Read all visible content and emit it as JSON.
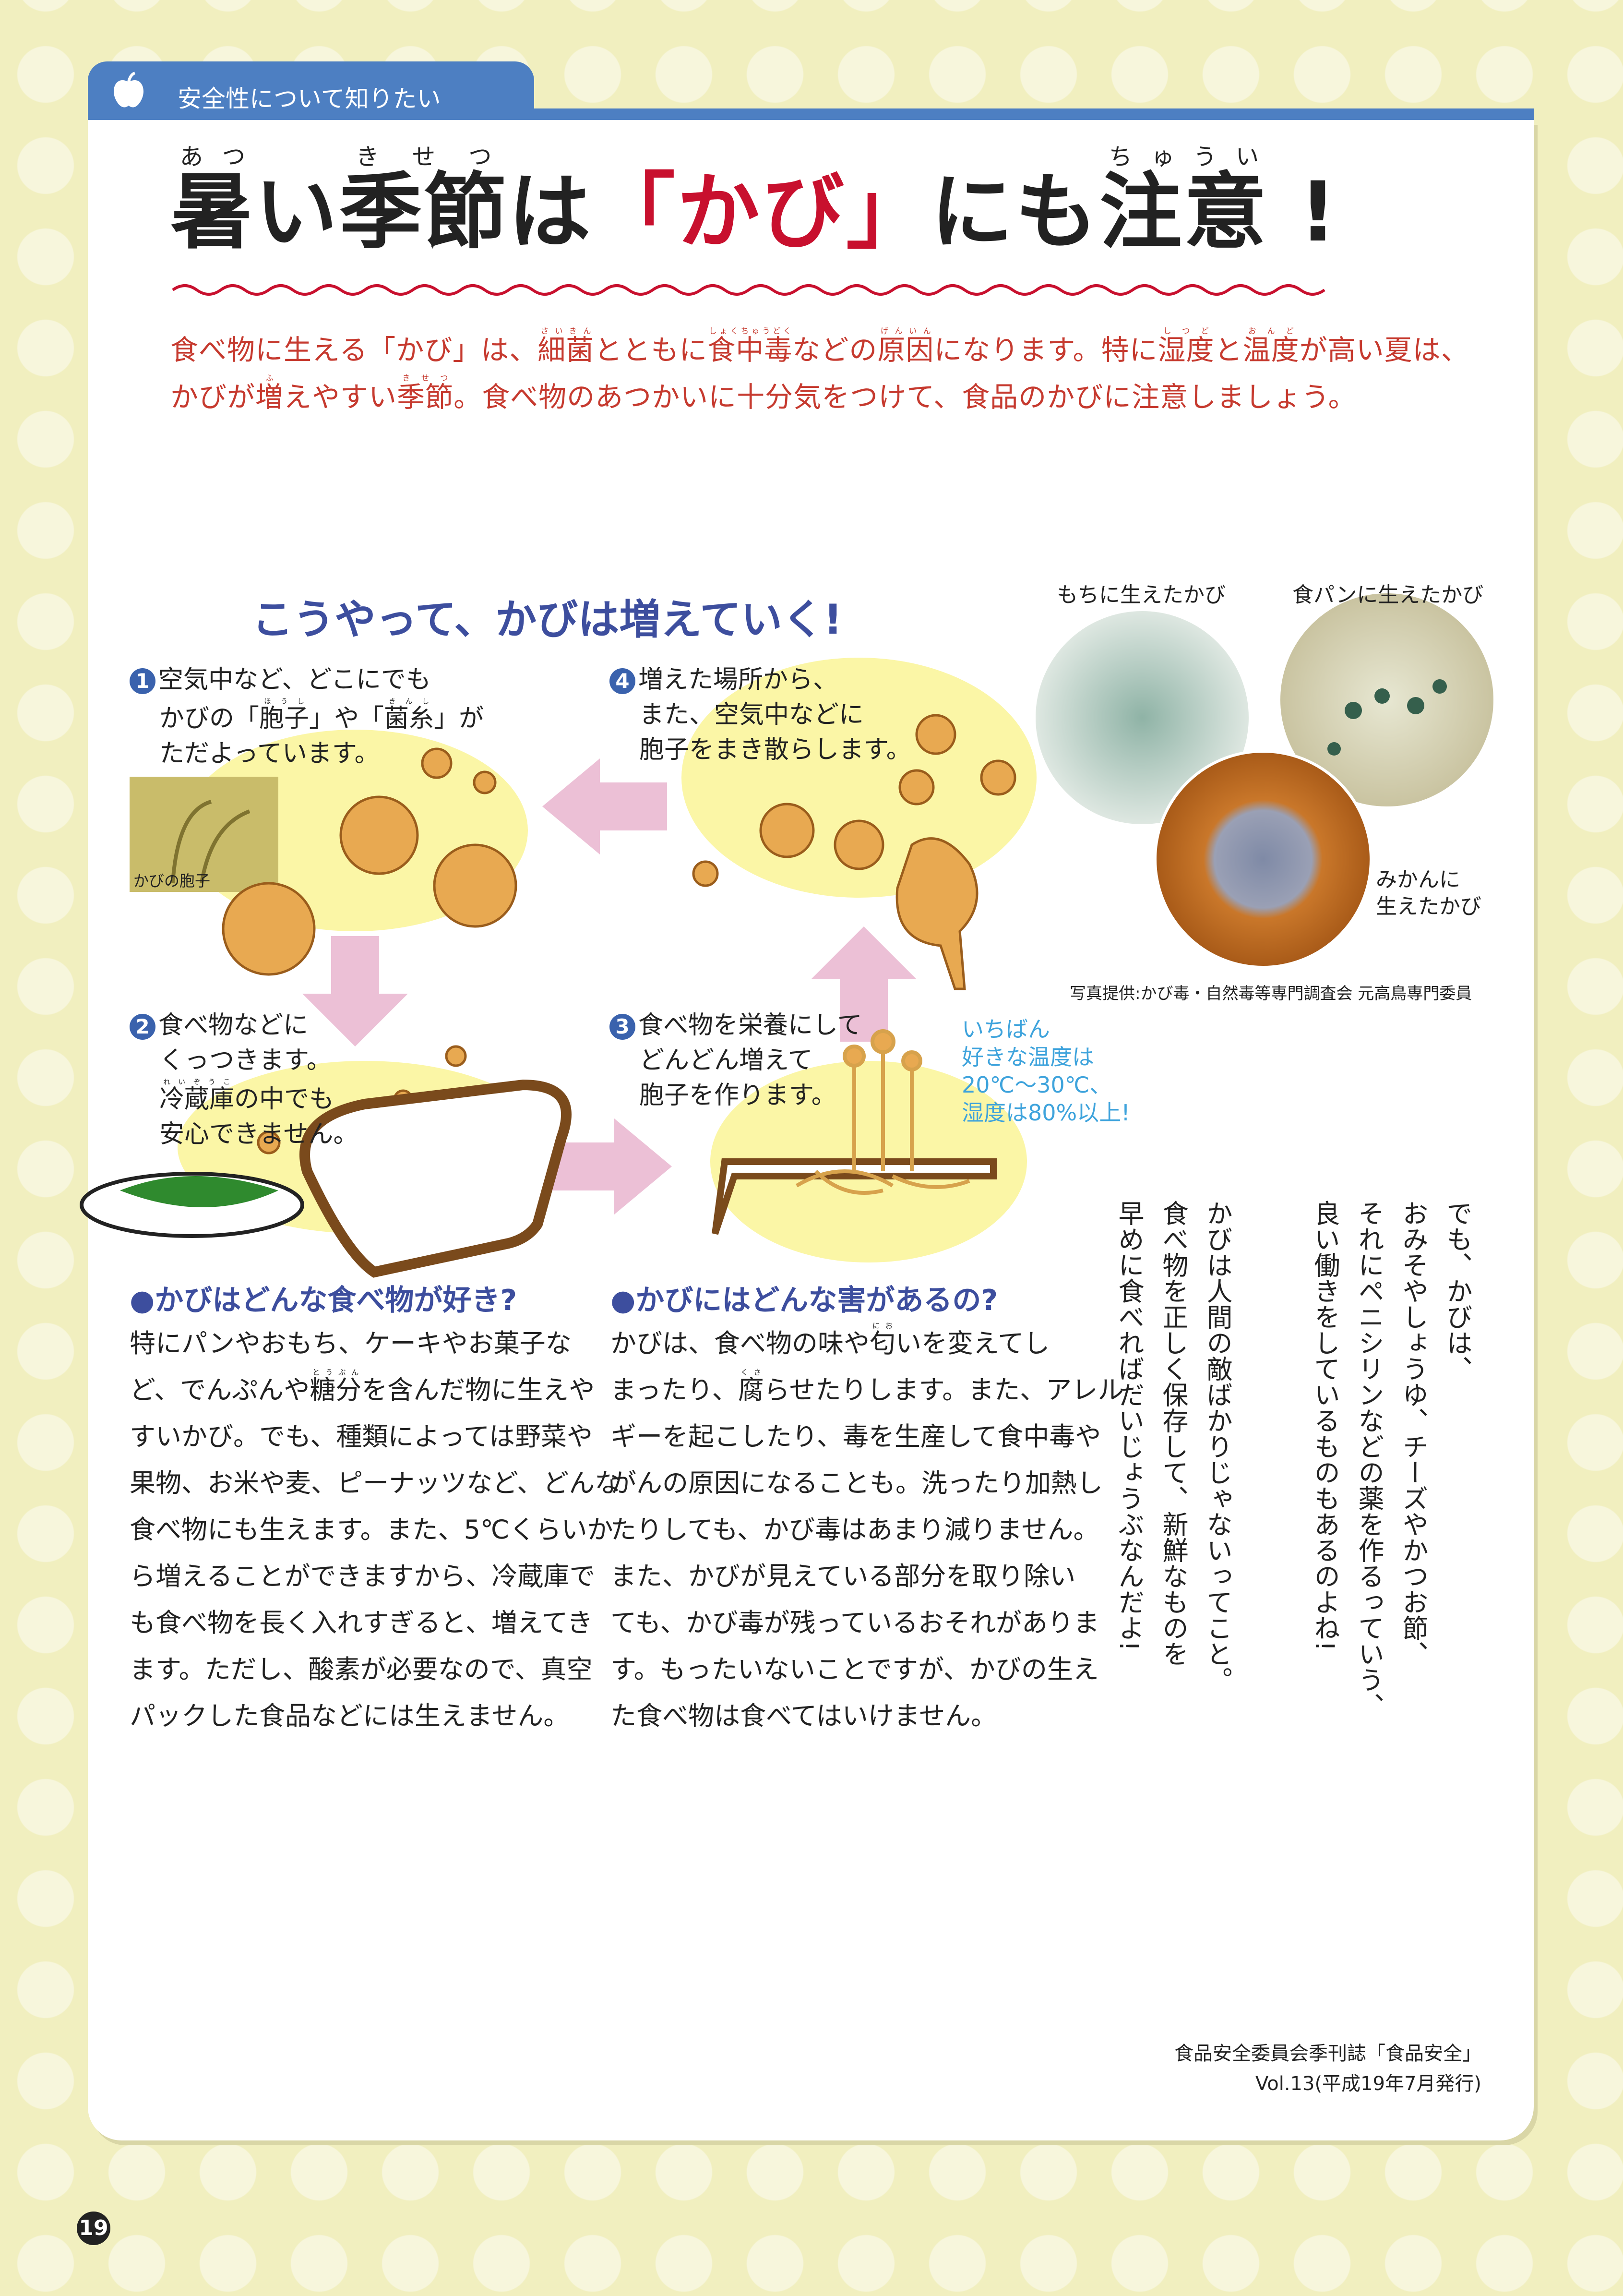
{
  "header": {
    "tab_label": "安全性について知りたい",
    "tab_icon": "apple-icon",
    "accent_color": "#4d7fc2"
  },
  "title": {
    "parts": [
      {
        "t": "暑",
        "r": "あつ"
      },
      {
        "t": "い"
      },
      {
        "t": "季節",
        "r": "きせつ"
      },
      {
        "t": "は"
      },
      {
        "t": "「かび」",
        "q": true
      },
      {
        "t": "にも"
      },
      {
        "t": "注意",
        "r": "ちゅうい"
      },
      {
        "t": " !"
      }
    ],
    "color": "#c8102e"
  },
  "intro": {
    "lines": [
      "食べ物に生える「かび」は、{細菌|さいきん}とともに{食中毒|しょくちゅうどく}などの{原因|げんいん}になります。特に{湿度|しつど}と{温度|おんど}が高い夏は、",
      "かびが{増|ふ}えやすい{季節|きせつ}。食べ物のあつかいに十分気をつけて、食品のかびに注意しましょう。"
    ]
  },
  "cycle": {
    "heading": "こうやって、かびは増えていく!",
    "steps": [
      {
        "num": "1",
        "lines": [
          "空気中など、どこにでも",
          "かびの「{胞子|ほうし}」や「{菌糸|きんし}」が",
          "ただよっています。"
        ]
      },
      {
        "num": "4",
        "lines": [
          "増えた場所から、",
          "また、空気中などに",
          "胞子をまき散らします。"
        ]
      },
      {
        "num": "2",
        "lines": [
          "食べ物などに",
          "くっつきます。",
          "{冷蔵庫|れいぞうこ}の中でも",
          "安心できません。"
        ]
      },
      {
        "num": "3",
        "lines": [
          "食べ物を栄養にして",
          "どんどん増えて",
          "胞子を作ります。"
        ]
      }
    ],
    "spore_photo_label": "かびの胞子",
    "note_lines": [
      "いちばん",
      "好きな温度は",
      "20℃〜30℃、",
      "湿度は80%以上!"
    ]
  },
  "photos": {
    "mochi": "もちに生えたかび",
    "bread": "食パンに生えたかび",
    "mikan_lines": [
      "みかんに",
      "生えたかび"
    ],
    "credit": "写真提供:かび毒・自然毒等専門調査会 元高鳥専門委員"
  },
  "sections": [
    {
      "heading": "●かびはどんな食べ物が好き?",
      "lines": [
        "特にパンやおもち、ケーキやお菓子な",
        "ど、でんぷんや{糖分|とうぶん}を含んだ物に生えや",
        "すいかび。でも、種類によっては野菜や",
        "果物、お米や麦、ピーナッツなど、どんな",
        "食べ物にも生えます。また、5℃くらいか",
        "ら増えることができますから、冷蔵庫で",
        "も食べ物を長く入れすぎると、増えてき",
        "ます。ただし、酸素が必要なので、真空",
        "パックした食品などには生えません。"
      ]
    },
    {
      "heading": "●かびにはどんな害があるの?",
      "lines": [
        "かびは、食べ物の味や{匂|にお}いを変えてし",
        "まったり、{腐|くさ}らせたりします。また、アレル",
        "ギーを起こしたり、毒を生産して食中毒や",
        "がんの原因になることも。洗ったり加熱し",
        "たりしても、かび毒はあまり減りません。",
        "また、かびが見えている部分を取り除い",
        "ても、かび毒が残っているおそれがありま",
        "す。もったいないことですが、かびの生え",
        "た食べ物は食べてはいけません。"
      ]
    }
  ],
  "vertical": {
    "group1": [
      "でも、かびは、",
      "おみそやしょうゆ、チーズやかつお節、",
      "それにペニシリンなどの薬を作るっていう、",
      "良い働きをしているものもあるのよね!"
    ],
    "group2": [
      "かびは人間の敵ばかりじゃないってこと。",
      "食べ物を正しく保存して、新鮮なものを",
      "早めに食べればだいじょうぶなんだよ!"
    ]
  },
  "footer": {
    "line1": "食品安全委員会季刊誌「食品安全」",
    "line2": "Vol.13(平成19年7月発行)",
    "page_number": "19"
  }
}
